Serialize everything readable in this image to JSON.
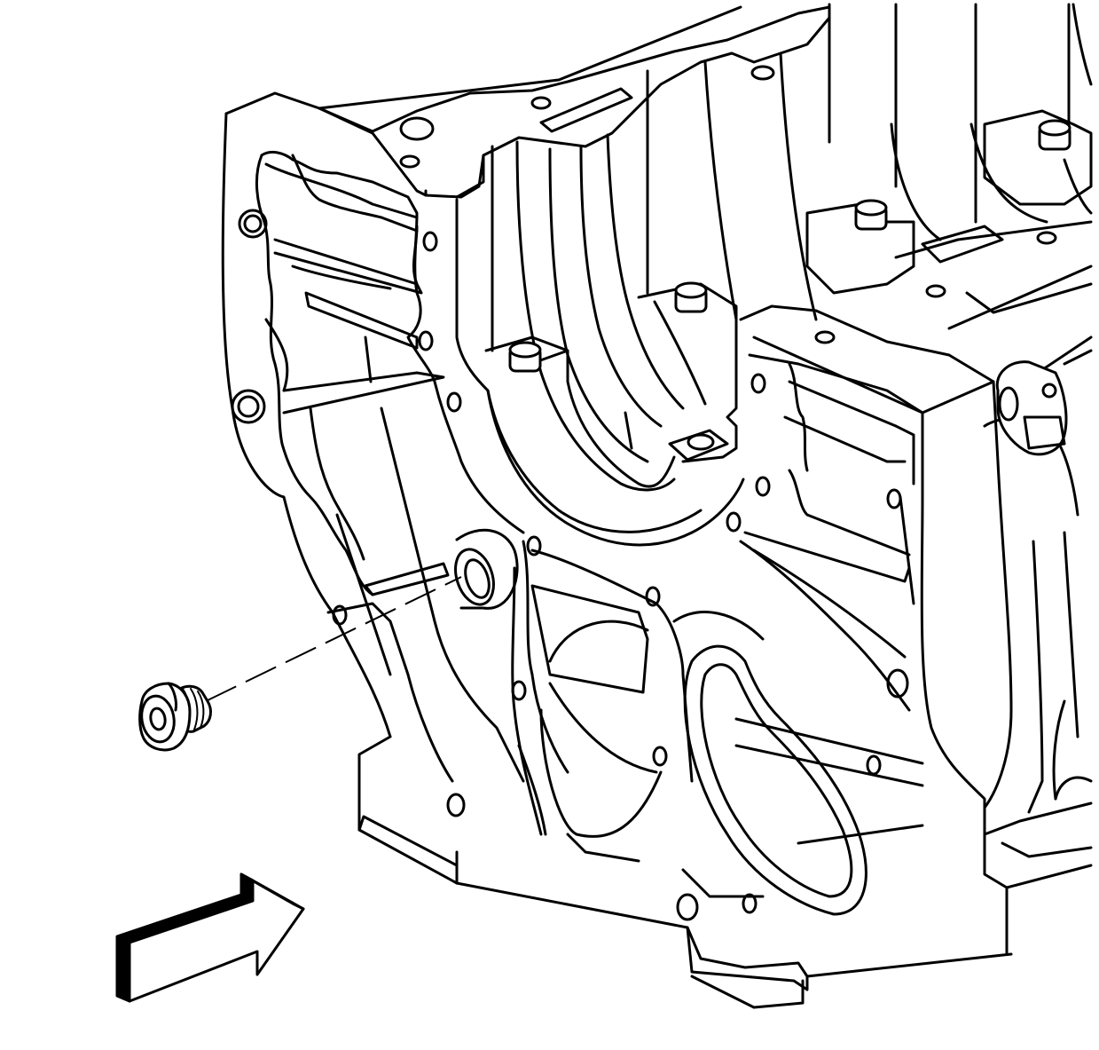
{
  "diagram": {
    "type": "exploded-view-line-drawing",
    "parts": [
      "engine-block",
      "threaded-plug",
      "installation-arrow"
    ],
    "colors": {
      "line": "#000000",
      "background": "#ffffff"
    },
    "labels": []
  }
}
